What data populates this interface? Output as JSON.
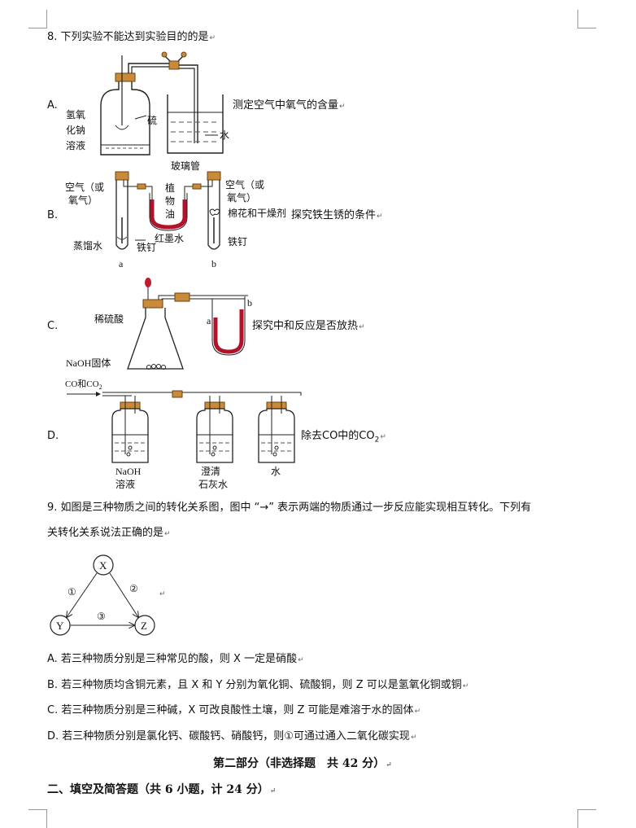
{
  "q8": {
    "stem": "8. 下列实验不能达到实验目的的是",
    "a": {
      "letter": "A.",
      "caption": "测定空气中氧气的含量",
      "labels": {
        "naoh1": "氢氧",
        "naoh2": "化钠",
        "naoh3": "溶液",
        "sulfur": "硫",
        "water": "水"
      }
    },
    "b": {
      "letter": "B.",
      "caption": "探究铁生锈的条件",
      "labels": {
        "glass": "玻璃管",
        "airL1": "空气（或",
        "airL2": "氧气）",
        "oil1": "植",
        "oil2": "物",
        "oil3": "油",
        "airR1": "空气（或",
        "airR2": "氧气）",
        "cotton": "棉花和干燥剂",
        "ink": "红墨水",
        "water": "蒸馏水",
        "nailL": "铁钉",
        "nailR": "铁钉",
        "a": "a",
        "b": "b"
      }
    },
    "c": {
      "letter": "C.",
      "caption": "探究中和反应是否放热",
      "labels": {
        "acid": "稀硫酸",
        "naoh": "NaOH固体",
        "a": "a",
        "b": "b"
      }
    },
    "d": {
      "letter": "D.",
      "caption": "除去CO中的CO",
      "caption_sub": "2",
      "labels": {
        "gas": "CO和CO",
        "gas_sub": "2",
        "naoh1": "NaOH",
        "naoh2": "溶液",
        "lime1": "澄清",
        "lime2": "石灰水",
        "water": "水"
      }
    }
  },
  "q9": {
    "stem1": "9. 如图是三种物质之间的转化关系图，图中 “→” 表示两端的物质通过一步反应能实现相互转化。下列有",
    "stem2": "关转化关系说法正确的是",
    "nodes": {
      "x": "X",
      "y": "Y",
      "z": "Z"
    },
    "arrows": {
      "one": "①",
      "two": "②",
      "three": "③"
    },
    "options": [
      "A. 若三种物质分别是三种常见的酸，则 X 一定是硝酸",
      "B. 若三种物质均含铜元素，且 X 和 Y 分别为氧化铜、硫酸铜，则 Z 可以是氢氧化铜或铜",
      "C. 若三种物质分别是三种碱，X 可改良酸性土壤，则 Z 可能是难溶于水的固体",
      "D. 若三种物质分别是氯化钙、碳酸钙、硝酸钙，则①可通过通入二氧化碳实现"
    ]
  },
  "part2": "第二部分（非选择题　共 42 分）",
  "section2": "二、填空及简答题（共 6 小题，计 24 分）",
  "para_mark": "↵"
}
